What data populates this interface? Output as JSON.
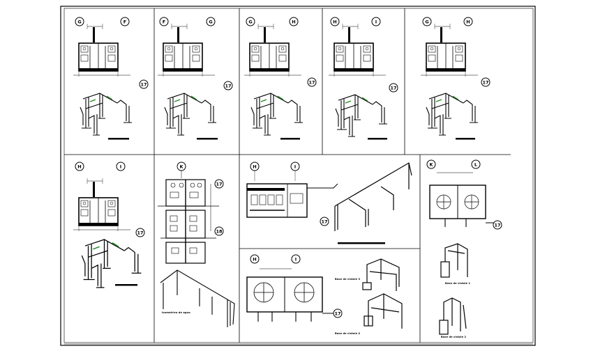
{
  "sheet": {
    "panels": [
      {
        "id": "p1",
        "grid": [
          "G",
          "F"
        ],
        "level": "17"
      },
      {
        "id": "p2",
        "grid": [
          "F",
          "G"
        ],
        "level": "17"
      },
      {
        "id": "p3",
        "grid": [
          "G",
          "H"
        ],
        "level": "17"
      },
      {
        "id": "p4",
        "grid": [
          "H",
          "I"
        ],
        "level": "17"
      },
      {
        "id": "p5",
        "grid": [
          "G",
          "H"
        ],
        "level": "17"
      },
      {
        "id": "p6",
        "grid": [
          "H",
          "I"
        ],
        "level": "17"
      },
      {
        "id": "p7",
        "grid": [
          "K"
        ],
        "level": "17"
      },
      {
        "id": "p8",
        "grid": [
          "H",
          "I"
        ],
        "level": "17"
      },
      {
        "id": "p9",
        "grid": [
          "K",
          "L"
        ],
        "level": "17"
      },
      {
        "id": "p10",
        "grid": [
          "H",
          "I"
        ],
        "level": "17"
      }
    ],
    "level_tags": {
      "p7a": "17",
      "p7b": "18"
    },
    "captions": {
      "p7": "Isometrico de agua",
      "p9a": "Base de cistole 1",
      "p9b": "Base de cistole 2",
      "p10a": "Base de cistole 3",
      "p10b": "Base de cistole 4"
    }
  },
  "colors": {
    "line": "#000000",
    "accent": "#1e8a1e",
    "paper": "#ffffff"
  }
}
